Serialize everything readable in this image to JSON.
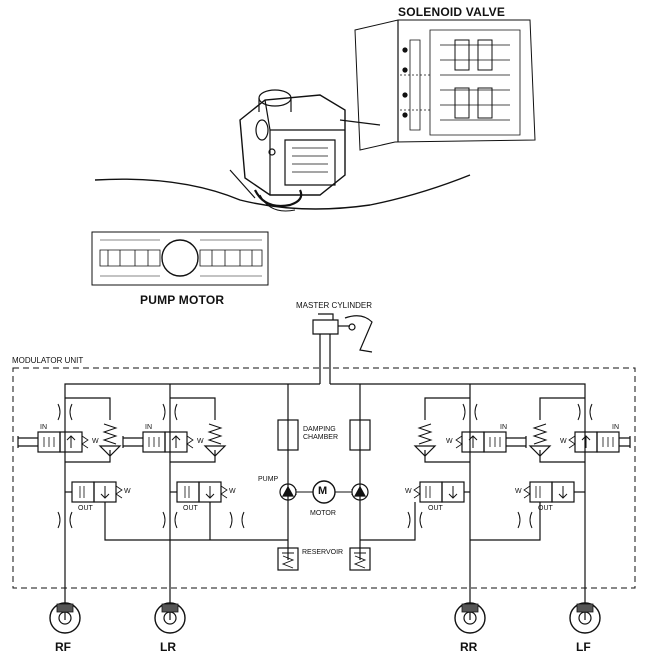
{
  "labels": {
    "solenoid_valve": "SOLENOID VALVE",
    "pump_motor": "PUMP MOTOR",
    "master_cylinder": "MASTER CYLINDER",
    "modulator_unit": "MODULATOR UNIT",
    "damping_chamber_1": "DAMPING",
    "damping_chamber_2": "CHAMBER",
    "pump": "PUMP",
    "motor": "MOTOR",
    "motor_symbol": "M",
    "reservoir": "RESERVOIR",
    "valve_in": "IN",
    "valve_out": "OUT",
    "spring_w": "W"
  },
  "wheels": [
    {
      "id": "rf",
      "label": "RF"
    },
    {
      "id": "lr",
      "label": "LR"
    },
    {
      "id": "rr",
      "label": "RR"
    },
    {
      "id": "lf",
      "label": "LF"
    }
  ],
  "colors": {
    "ink": "#111111",
    "paper": "#ffffff",
    "shade": "#555555"
  }
}
